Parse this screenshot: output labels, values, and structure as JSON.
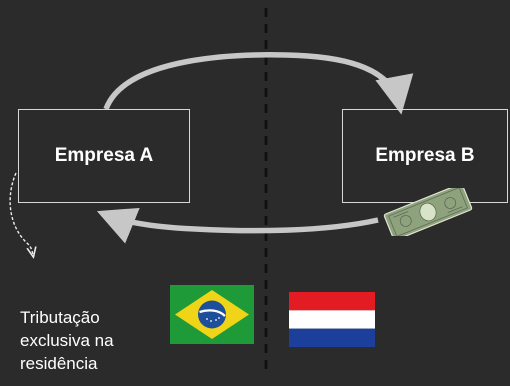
{
  "diagram": {
    "left_box_label": "Empresa A",
    "right_box_label": "Empresa B",
    "note_text": "Tributação exclusiva na residência",
    "colors": {
      "background": "#2b2b2b",
      "box_border": "#d8d8d8",
      "arrow_stroke": "#c7c7c7",
      "divider": "#101010",
      "money_green": "#8fa27e"
    },
    "icons": [
      "brazil-flag-icon",
      "paraguay-flag-icon",
      "dollar-bill-icon",
      "curved-arrow-icon"
    ]
  }
}
